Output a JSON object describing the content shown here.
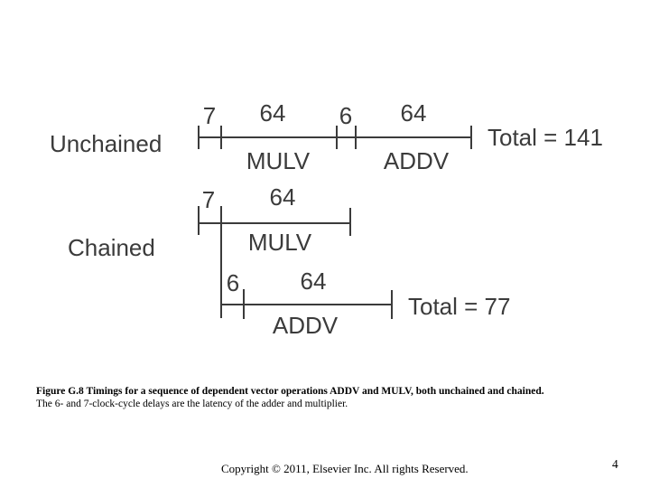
{
  "colors": {
    "diagram_stroke": "#3b3b3b",
    "background": "#ffffff",
    "caption_text": "#000000"
  },
  "diagram": {
    "unchained": {
      "label": "Unchained",
      "segments": [
        {
          "duration": "7"
        },
        {
          "duration": "64",
          "op": "MULV"
        },
        {
          "duration": "6"
        },
        {
          "duration": "64",
          "op": "ADDV"
        }
      ],
      "total": "Total = 141"
    },
    "chained": {
      "label": "Chained",
      "mulv": {
        "delay": "7",
        "duration": "64",
        "op": "MULV"
      },
      "addv": {
        "delay": "6",
        "duration": "64",
        "op": "ADDV"
      },
      "total": "Total = 77"
    }
  },
  "caption": {
    "bold": "Figure G.8 Timings for a sequence of dependent vector operations ADDV and MULV, both unchained and chained.",
    "regular": "The 6- and 7-clock-cycle delays are the latency of the adder and multiplier."
  },
  "footer": {
    "copyright": "Copyright © 2011, Elsevier Inc. All rights Reserved.",
    "page_number": "4"
  }
}
